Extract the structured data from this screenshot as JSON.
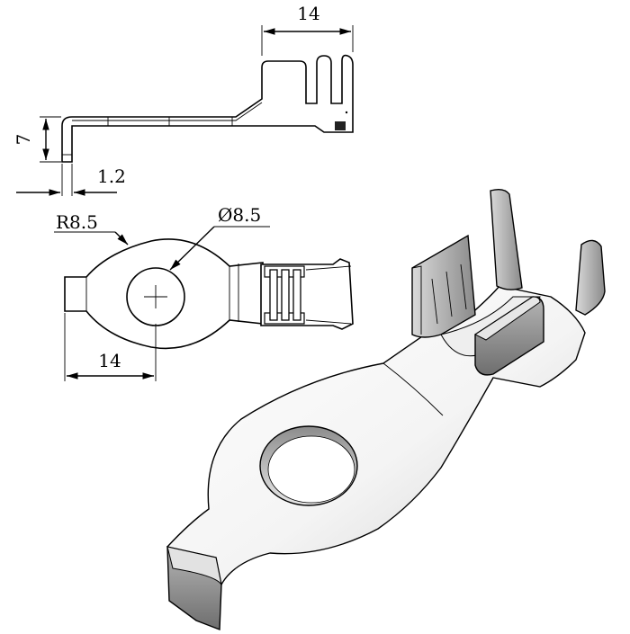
{
  "dimensions": {
    "side_top_width": "14",
    "side_height": "7",
    "side_thickness": "1.2",
    "top_radius": "R8.5",
    "top_hole_diameter": "Ø8.5",
    "top_width": "14"
  }
}
